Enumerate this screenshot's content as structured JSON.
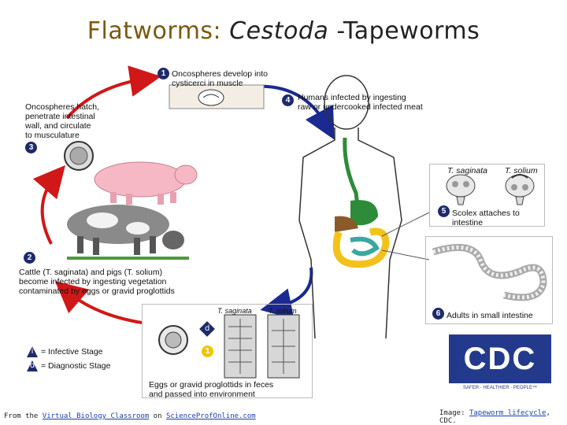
{
  "title": {
    "part1": "Flatworms:",
    "part2": "Cestoda",
    "part3": "-Tapeworms"
  },
  "steps": {
    "s1": {
      "num": "1",
      "text": "Oncospheres develop into cysticerci in muscle"
    },
    "s2": {
      "num": "2",
      "line1": "Cattle (T. saginata) and pigs (T. solium)",
      "line2": "become infected by ingesting vegetation",
      "line3": "contaminated by eggs or gravid proglottids"
    },
    "s3": {
      "num": "3",
      "line1": "Oncospheres hatch,",
      "line2": "penetrate intestinal",
      "line3": "wall, and circulate",
      "line4": "to musculature"
    },
    "s4": {
      "num": "4",
      "line1": "Humans infected by ingesting",
      "line2": "raw or undercooked infected meat"
    },
    "s5": {
      "num": "5",
      "text": "Scolex attaches to intestine"
    },
    "s6": {
      "num": "6",
      "text": "Adults in small intestine"
    }
  },
  "scolex_labels": {
    "a": "T. saginata",
    "b": "T. solium"
  },
  "egg_labels": {
    "a": "T. saginata",
    "b": "T. solium",
    "caption1": "Eggs or gravid proglottids in feces",
    "caption2": "and passed into environment"
  },
  "legend": {
    "infective_symbol": "i",
    "infective": "= Infective Stage",
    "diagnostic_symbol": "d",
    "diagnostic": "= Diagnostic Stage"
  },
  "cdc": {
    "logo": "CDC",
    "tagline": "SAFER · HEALTHIER · PEOPLE™"
  },
  "footer": {
    "left_prefix": "From the",
    "left_link1": "Virtual Biology Classroom",
    "left_mid": "on",
    "left_link2": "ScienceProfOnline.com",
    "right_prefix": "Image:",
    "right_link": "Tapeworm lifecycle",
    "right_suffix": ", CDC."
  },
  "colors": {
    "red_arrow": "#d01818",
    "blue_arrow": "#1a2a90",
    "badge": "#1e2a6b",
    "gut_green": "#2e8b3a",
    "intestine_yellow": "#f3c21a"
  }
}
